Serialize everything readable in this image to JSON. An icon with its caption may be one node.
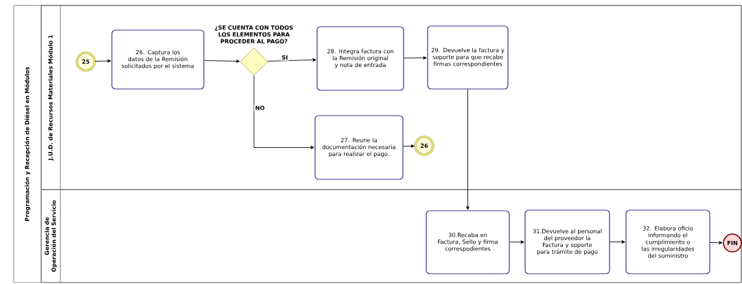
{
  "diagram": {
    "nodes": [
      {
        "text": [
          "Programación y Recepción de Diésel en Módulos"
        ]
      },
      {
        "text": [
          "J.U.D. de Recursos Materiales Módulo 1"
        ],
        "in": 0
      },
      {
        "text": [
          "Gerencia de Operación del Servicio"
        ],
        "in": 0
      },
      {
        "text": [
          "25"
        ],
        "in": 1
      },
      {
        "text": [
          "26. Captura los datos de la Remisión solicitados por el sistema"
        ],
        "in": 1
      },
      {
        "text": [
          "¿SE CUENTA CON TODOS LOS ELEMENTOS PARA PROCEDER AL PAGO?"
        ],
        "in": 1
      },
      {
        "text": [
          "28. Integra factura con la Remisión original y nota de entrada"
        ],
        "in": 1
      },
      {
        "text": [
          "29. Devuelve la factura y soporte para que recabe firmas correspondientes"
        ],
        "in": 1
      },
      {
        "text": [
          "27. Reune la documentación necesaria para realizar el pago."
        ],
        "in": 1
      },
      {
        "text": [
          "26"
        ],
        "in": 1
      },
      {
        "text": [
          "30.Recaba en Factura, Sello y firma correspodientes"
        ],
        "in": 2
      },
      {
        "text": [
          "31.Devuelve al personal del proveedor la Factura y soporte para trámite de pago"
        ],
        "in": 2
      },
      {
        "text": [
          "32. Elabora oficio informando el cumplimiento o las irregularidades del suministro"
        ],
        "in": 2
      },
      {
        "text": [
          "FIN"
        ],
        "in": 2
      }
    ],
    "edges": [
      {
        "from": 3,
        "to": 4,
        "arrow": "to"
      },
      {
        "from": 4,
        "to": 5,
        "arrow": "to"
      },
      {
        "from": 5,
        "to": 6,
        "arrow": "to",
        "label": "SI"
      },
      {
        "from": 5,
        "to": 8,
        "arrow": "to",
        "label": "NO"
      },
      {
        "from": 6,
        "to": 7,
        "arrow": "to"
      },
      {
        "from": 8,
        "to": 9,
        "arrow": "to"
      },
      {
        "from": 7,
        "to": 10,
        "arrow": "to"
      },
      {
        "from": 10,
        "to": 11,
        "arrow": "to"
      },
      {
        "from": 11,
        "to": 12,
        "arrow": "to"
      },
      {
        "from": 12,
        "to": 13,
        "arrow": "to"
      }
    ]
  }
}
